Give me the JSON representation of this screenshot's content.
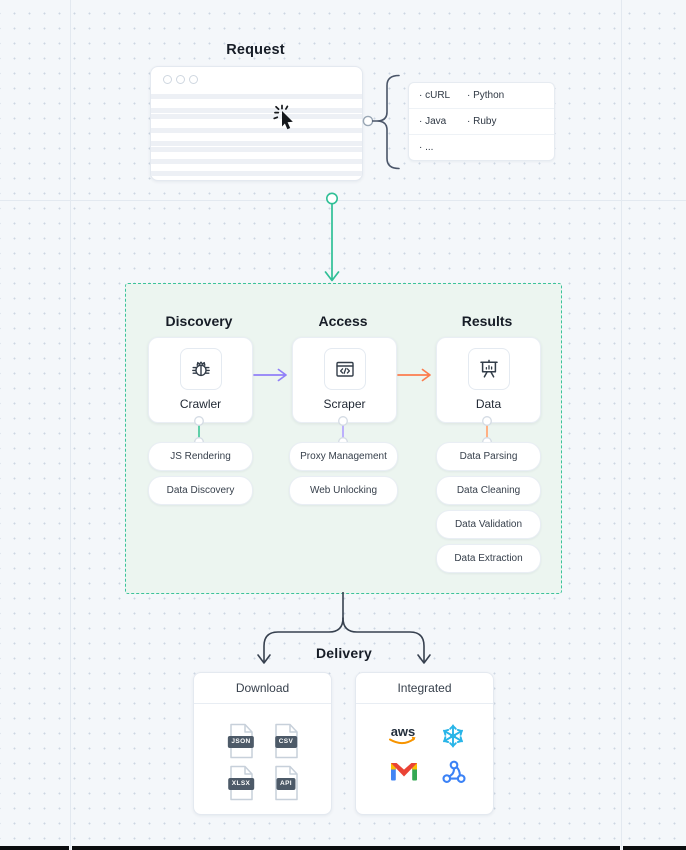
{
  "request": {
    "title": "Request",
    "languages": [
      "· cURL",
      "· Python",
      "· Java",
      "· Ruby",
      "· ..."
    ]
  },
  "pipeline": {
    "columns": [
      {
        "title": "Discovery",
        "card_label": "Crawler",
        "icon": "bug-icon",
        "accent": "#5ecfa8",
        "pills": [
          "JS Rendering",
          "Data Discovery"
        ]
      },
      {
        "title": "Access",
        "card_label": "Scraper",
        "icon": "code-window-icon",
        "accent": "#bcb0fc",
        "pills": [
          "Proxy Management",
          "Web Unlocking"
        ]
      },
      {
        "title": "Results",
        "card_label": "Data",
        "icon": "presentation-chart-icon",
        "accent": "#ffb083",
        "pills": [
          "Data Parsing",
          "Data Cleaning",
          "Data Validation",
          "Data Extraction"
        ]
      }
    ],
    "arrows": [
      "#9180f8",
      "#fb7c4e"
    ]
  },
  "delivery": {
    "title": "Delivery",
    "download": {
      "title": "Download",
      "formats": [
        "JSON",
        "CSV",
        "XLSX",
        "API"
      ]
    },
    "integrated": {
      "title": "Integrated",
      "logos": [
        "aws-logo",
        "snowflake-logo",
        "gmail-logo",
        "webhook-logo"
      ]
    }
  },
  "colors": {
    "flow_green": "#2fbf96",
    "dashed_border": "#3cc39a",
    "box_background": "#ecf5f0",
    "connector_gray": "#4a5568"
  }
}
